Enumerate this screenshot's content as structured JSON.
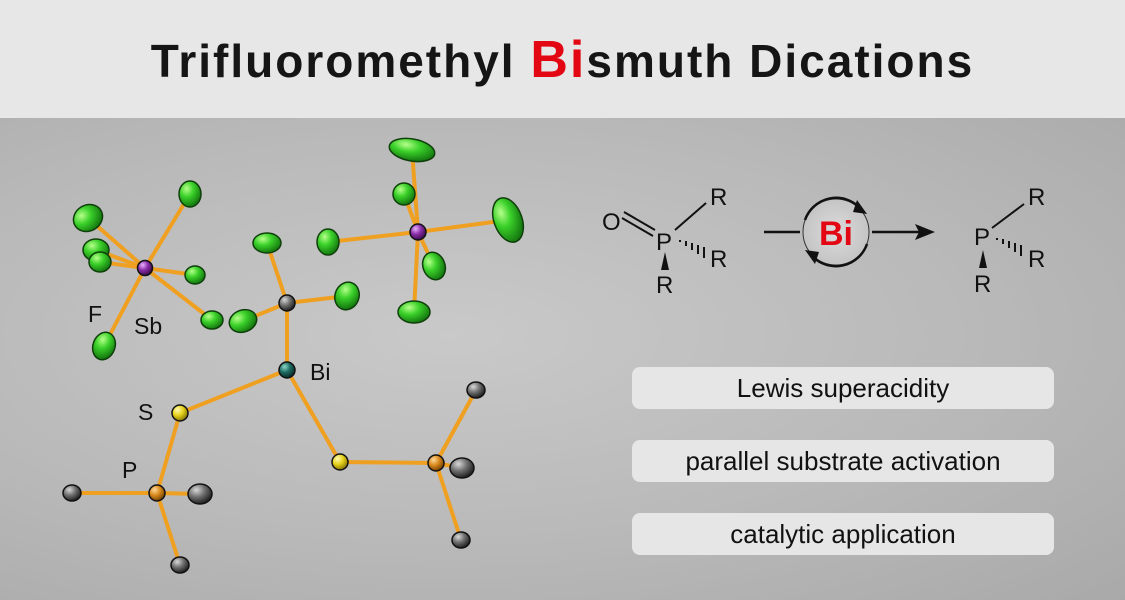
{
  "title": {
    "pre": "Trifluoromethyl ",
    "accent": "Bi",
    "post": "smuth Dications"
  },
  "structure_labels": {
    "f": "F",
    "sb": "Sb",
    "bi": "Bi",
    "s": "S",
    "p": "P"
  },
  "scheme": {
    "reactant": {
      "o": "O",
      "p": "P",
      "r1": "R",
      "r2": "R",
      "r3": "R"
    },
    "catalyst": "Bi",
    "product": {
      "p": "P",
      "r1": "R",
      "r2": "R",
      "r3": "R"
    }
  },
  "features": [
    "Lewis superacidity",
    "parallel substrate activation",
    "catalytic application"
  ],
  "colors": {
    "accent": "#e30613",
    "bond": "#f0a020",
    "fluorine": "#33cc22",
    "antimony": "#8a2da8",
    "bismuth": "#1f6b62",
    "sulfur": "#e6d21c",
    "phosphorus": "#d98a1c",
    "carbon": "#707070"
  }
}
